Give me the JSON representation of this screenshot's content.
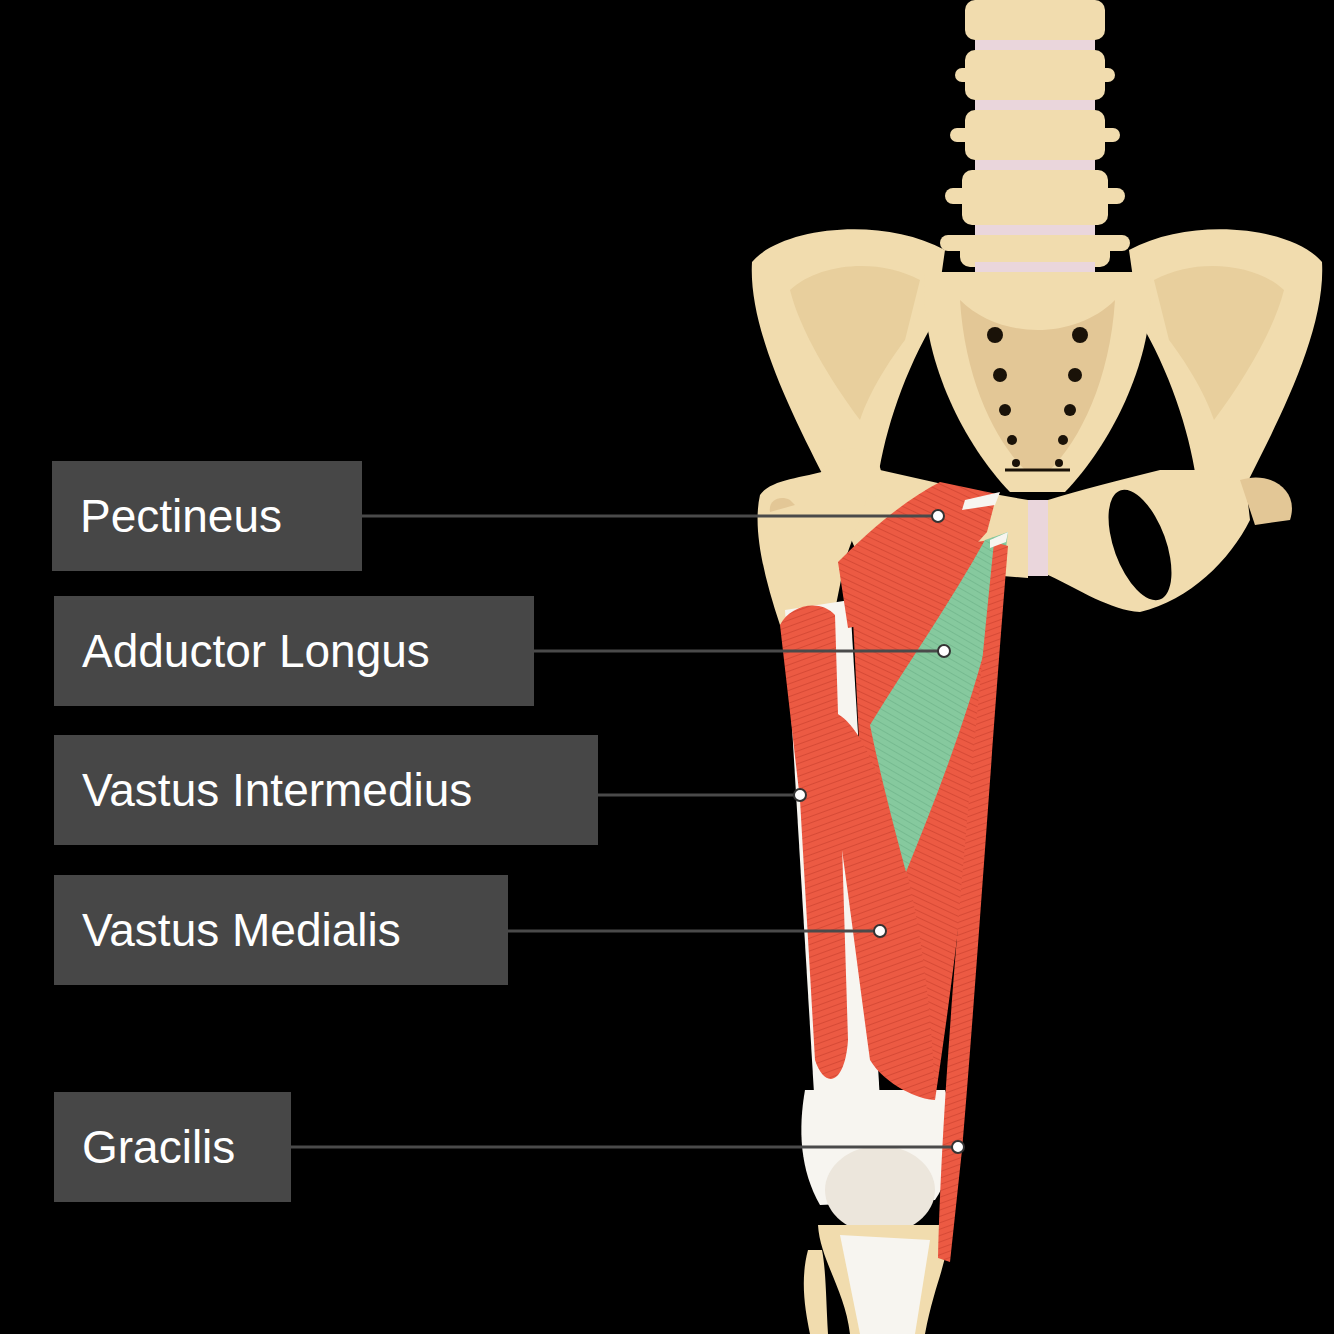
{
  "diagram": {
    "nodes": [
      {
        "text": [
          "Pectineus"
        ]
      },
      {
        "text": [
          "Adductor Longus"
        ]
      },
      {
        "text": [
          "Vastus Intermedius"
        ]
      },
      {
        "text": [
          "Vastus Medialis"
        ]
      },
      {
        "text": [
          "Gracilis"
        ]
      }
    ]
  }
}
